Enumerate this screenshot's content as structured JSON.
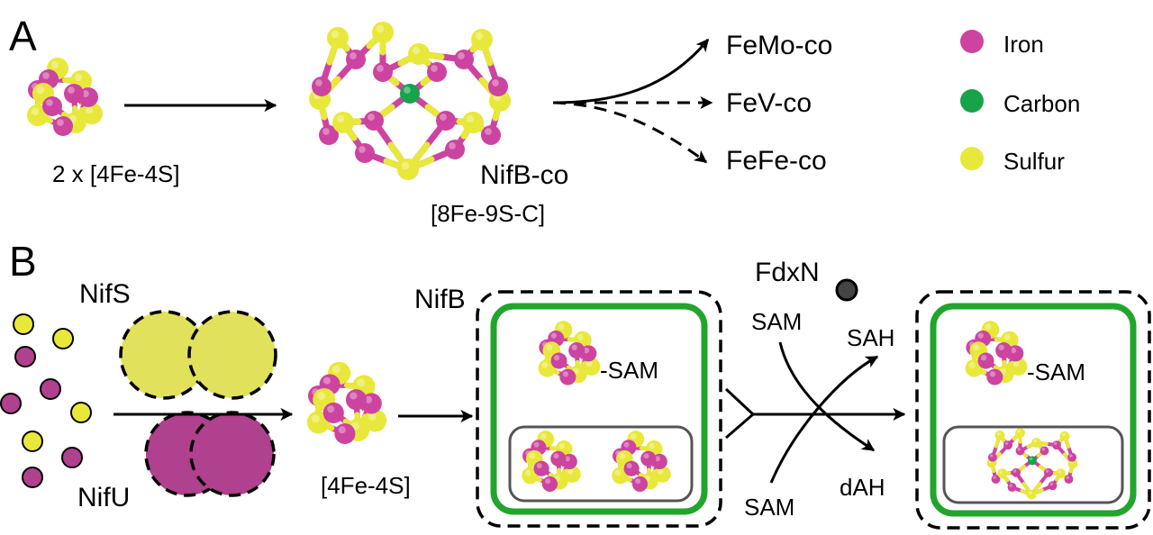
{
  "colors": {
    "iron": "#cc44a0",
    "carbon": "#16a34a",
    "sulfur": "#e8e83a",
    "nifs_fill": "#e1e15c",
    "nifu_fill": "#b0418f",
    "nifb_box": "#22a52c",
    "inner_box": "#555555",
    "fdxn": "#444444"
  },
  "panel_a": {
    "label": "A",
    "cluster_label": "2 x [4Fe-4S]",
    "product_name": "NifB-co",
    "product_formula": "[8Fe-9S-C]",
    "outputs": [
      "FeMo-co",
      "FeV-co",
      "FeFe-co"
    ],
    "legend": [
      {
        "name": "Iron",
        "color_key": "iron"
      },
      {
        "name": "Carbon",
        "color_key": "carbon"
      },
      {
        "name": "Sulfur",
        "color_key": "sulfur"
      }
    ]
  },
  "panel_b": {
    "label": "B",
    "nifs": "NifS",
    "nifu": "NifU",
    "cluster_label": "[4Fe-4S]",
    "nifb": "NifB",
    "sam_tag": "-SAM",
    "fdxn": "FdxN",
    "sam_in_top": "SAM",
    "sam_in_bottom": "SAM",
    "sah": "SAH",
    "dah": "dAH",
    "sam_tag_right": "-SAM"
  }
}
